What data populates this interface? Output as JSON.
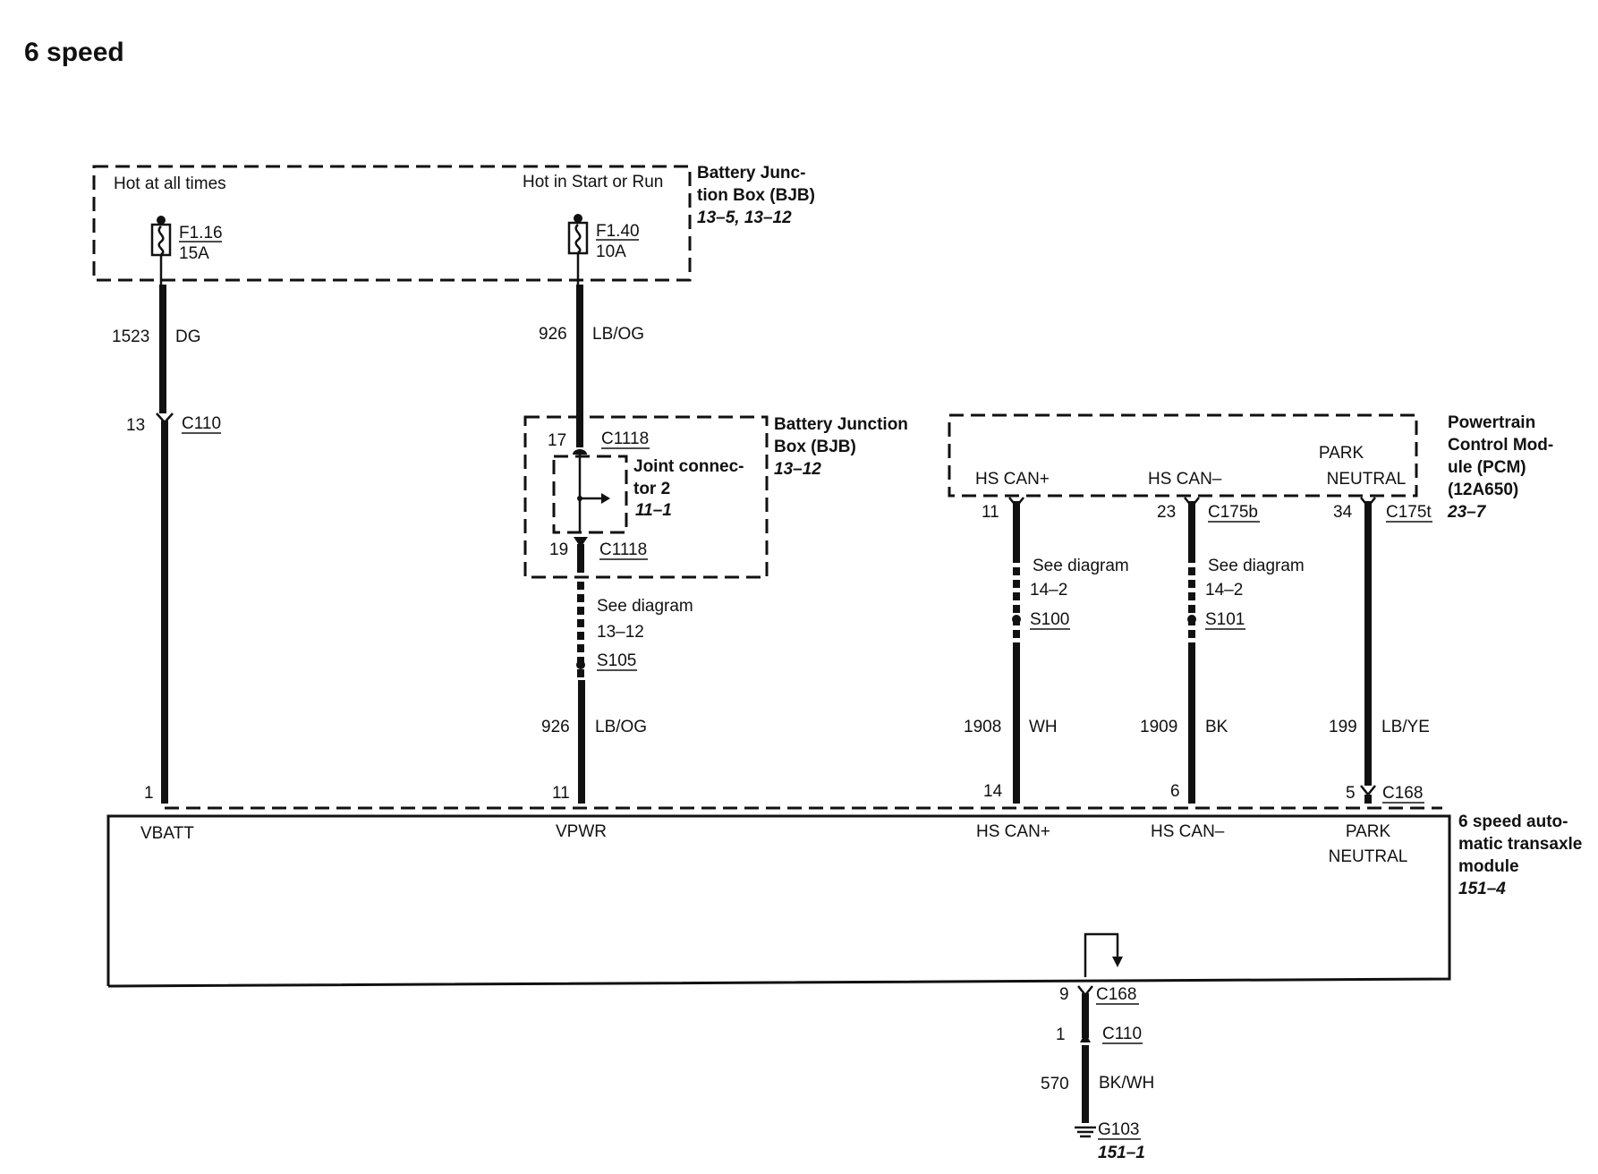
{
  "title": "6 speed",
  "bjb_top": {
    "hot_always": "Hot at all times",
    "hot_start_run": "Hot in Start or Run",
    "label_lines": [
      "Battery Junc-",
      "tion Box (BJB)"
    ],
    "ref": "13–5, 13–12",
    "fuse1": {
      "id": "F1.16",
      "rating": "15A"
    },
    "fuse2": {
      "id": "F1.40",
      "rating": "10A"
    }
  },
  "circuits": {
    "c1523": {
      "num": "1523",
      "color": "DG"
    },
    "c926a": {
      "num": "926",
      "color": "LB/OG"
    },
    "c926b": {
      "num": "926",
      "color": "LB/OG"
    },
    "c1908": {
      "num": "1908",
      "color": "WH"
    },
    "c1909": {
      "num": "1909",
      "color": "BK"
    },
    "c199": {
      "num": "199",
      "color": "LB/YE"
    },
    "c570": {
      "num": "570",
      "color": "BK/WH"
    }
  },
  "connectors": {
    "c110_pin13": {
      "pin": "13",
      "name": "C110"
    },
    "c1118_pin17": {
      "pin": "17",
      "name": "C1118"
    },
    "c1118_pin19": {
      "pin": "19",
      "name": "C1118"
    },
    "c175b_pin23": {
      "pin": "23",
      "name": "C175b"
    },
    "c175t_pin34": {
      "pin": "34",
      "name": "C175t"
    },
    "c168_pin5": {
      "pin": "5",
      "name": "C168"
    },
    "c168_pin9": {
      "pin": "9",
      "name": "C168"
    },
    "c110_pin1": {
      "pin": "1",
      "name": "C110"
    },
    "pcm_pin11": {
      "pin": "11"
    },
    "tam_pin1": {
      "pin": "1"
    },
    "tam_pin11": {
      "pin": "11"
    },
    "tam_pin14": {
      "pin": "14"
    },
    "tam_pin6": {
      "pin": "6"
    }
  },
  "bjb_mid": {
    "label_lines": [
      "Battery Junction",
      "Box (BJB)"
    ],
    "ref": "13–12",
    "joint_lines": [
      "Joint connec-",
      "tor 2"
    ],
    "joint_ref": "11–1"
  },
  "see_diagram_label": "See diagram",
  "splices": {
    "s105": {
      "ref": "13–12",
      "name": "S105"
    },
    "s100": {
      "ref": "14–2",
      "name": "S100"
    },
    "s101": {
      "ref": "14–2",
      "name": "S101"
    }
  },
  "pcm": {
    "label_lines": [
      "Powertrain",
      "Control Mod-",
      "ule (PCM)",
      "(12A650)"
    ],
    "ref": "23–7",
    "hs_can_plus": "HS CAN+",
    "hs_can_minus": "HS CAN–",
    "park_neutral": [
      "PARK",
      "NEUTRAL"
    ]
  },
  "tam": {
    "label_lines": [
      "6 speed auto-",
      "matic transaxle",
      "module"
    ],
    "ref": "151–4",
    "vbatt": "VBATT",
    "vpwr": "VPWR",
    "hs_can_plus": "HS CAN+",
    "hs_can_minus": "HS CAN–",
    "park_neutral": [
      "PARK",
      "NEUTRAL"
    ]
  },
  "ground": {
    "name": "G103",
    "ref": "151–1"
  }
}
